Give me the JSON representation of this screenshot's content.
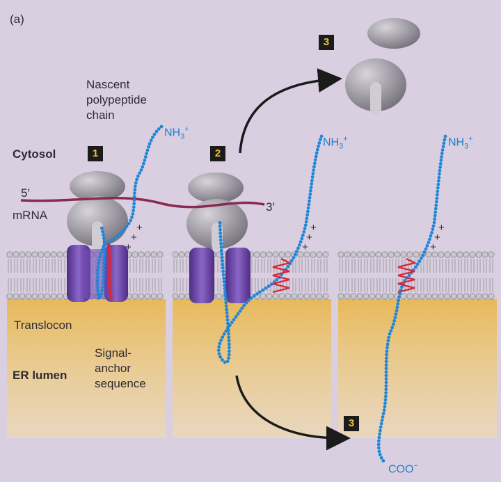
{
  "panel_label": "(a)",
  "regions": {
    "cytosol": "Cytosol",
    "er_lumen": "ER lumen"
  },
  "labels": {
    "nascent": [
      "Nascent",
      "polypeptide",
      "chain"
    ],
    "five_prime": "5′",
    "three_prime": "3′",
    "mrna": "mRNA",
    "translocon": "Translocon",
    "signal": [
      "Signal-",
      "anchor",
      "sequence"
    ]
  },
  "chem": {
    "nh3": "NH",
    "nh3_sub": "3",
    "nh3_sup": "+",
    "coo": "COO",
    "coo_sup": "−",
    "plus": "+"
  },
  "steps": {
    "s1": "1",
    "s2": "2",
    "s3_top": "3",
    "s3_bottom": "3"
  },
  "colors": {
    "background": "#d9cfe0",
    "lumen": "#efcd86",
    "ribosome": "#8f8b95",
    "translocon": "#6a44a6",
    "mrna": "#8a2a4e",
    "chain": "#1f86d8",
    "anchor": "#d42a3a",
    "membrane": "#c9c6cc"
  }
}
